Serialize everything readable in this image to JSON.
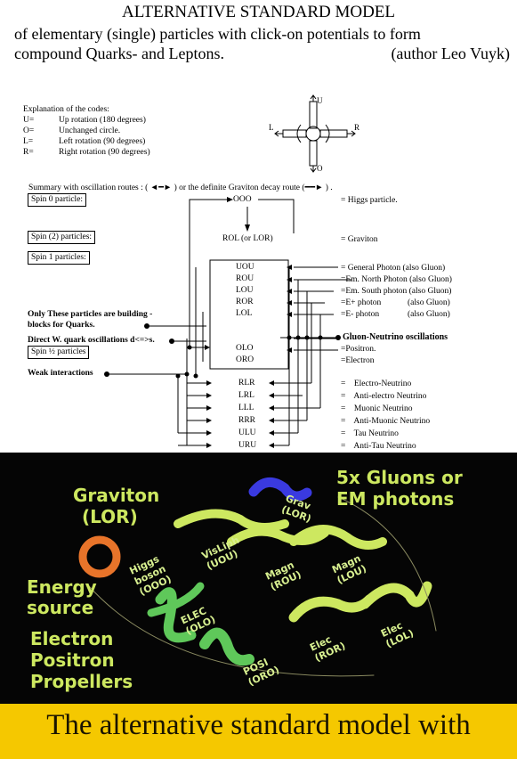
{
  "header": {
    "title": "ALTERNATIVE STANDARD MODEL",
    "line1": "of elementary (single) particles with click-on potentials to form",
    "line2": "compound Quarks- and Leptons.",
    "author": "(author Leo Vuyk)"
  },
  "legend": {
    "heading": "Explanation of the codes:",
    "rows": [
      {
        "code": "U=",
        "text": "Up rotation (180 degrees)"
      },
      {
        "code": "O=",
        "text": "Unchanged circle."
      },
      {
        "code": "L=",
        "text": "Left rotation (90 degrees)"
      },
      {
        "code": "R=",
        "text": "Right rotation (90 degrees)"
      }
    ],
    "axis_u": "U",
    "axis_o": "O",
    "axis_l": "L",
    "axis_r": "R"
  },
  "summary": "Summary with oscillation routes : ( ◄━► ) or the definite Graviton decay route (━━► ) .",
  "boxes": {
    "spin0": "Spin 0 particle:",
    "spin2": "Spin (2) particles:",
    "spin1": "Spin 1 particles:",
    "spinhalf": "Spin ½ particles"
  },
  "codes": {
    "ooo": "OOO",
    "rol": "ROL (or LOR)",
    "uou": "UOU",
    "rou": "ROU",
    "lou": "LOU",
    "ror": "ROR",
    "lol": "LOL",
    "olo": "OLO",
    "oro": "ORO",
    "rlr": "RLR",
    "lrl": "LRL",
    "lll": "LLL",
    "rrr": "RRR",
    "ulu": "ULU",
    "uru": "URU"
  },
  "meanings": {
    "higgs": "= Higgs particle.",
    "graviton": "= Graviton",
    "gen_photon": "= General Photon (also Gluon)",
    "north_photon": "=Em. North Photon (also Gluon)",
    "south_photon": "=Em. South photon (also Gluon)",
    "eplus": "=E+ photon",
    "eplus_note": "(also Gluon)",
    "eminus": "=E- photon",
    "eminus_note": "(also Gluon)",
    "positron": "=Positron.",
    "electron": "=Electron",
    "e_nu": "=    Electro-Neutrino",
    "anti_e_nu": "=    Anti-electro Neutrino",
    "mu_nu": "=    Muonic Neutrino",
    "anti_mu_nu": "=    Anti-Muonic Neutrino",
    "tau_nu": "=    Tau Neutrino",
    "anti_tau_nu": "=    Anti-Tau Neutrino"
  },
  "notes": {
    "building1": "Only These particles are building -",
    "building2": "blocks for Quarks.",
    "quark_osc": "Direct W. quark oscillations d<=>s.",
    "gluon_neutrino": "Gluon-Neutrino oscillations",
    "weak": "Weak interactions"
  },
  "photo": {
    "graviton1": "Graviton",
    "graviton2": "(LOR)",
    "gluons1": "5x Gluons or",
    "gluons2": "EM photons",
    "energy1": "Energy",
    "energy2": "source",
    "electron1": "Electron",
    "electron2": "Positron",
    "electron3": "Propellers",
    "tag_grav1": "Grav",
    "tag_grav2": "(LOR)",
    "tag_vis1": "VisLiph",
    "tag_vis2": "(UOU)",
    "tag_higgs1": "Higgs",
    "tag_higgs2": "boson",
    "tag_higgs3": "(OOO)",
    "tag_magn_rou1": "Magn",
    "tag_magn_rou2": "(ROU)",
    "tag_magn_lou1": "Magn",
    "tag_magn_lou2": "(LOU)",
    "tag_elec_olo1": "ELEC",
    "tag_elec_olo2": "(OLO)",
    "tag_elec_ror1": "Elec",
    "tag_elec_ror2": "(ROR)",
    "tag_elec_lol1": "Elec",
    "tag_elec_lol2": "(LOL)",
    "tag_posi1": "POSI",
    "tag_posi2": "(ORO)"
  },
  "banner": "The alternative standard model with",
  "colors": {
    "banner": "#f5c800",
    "photo_bg": "#050505",
    "strand": "#cde860",
    "ring": "#e8742a",
    "blue_strand": "#3a3ae0",
    "green_strand": "#5fc85a"
  }
}
